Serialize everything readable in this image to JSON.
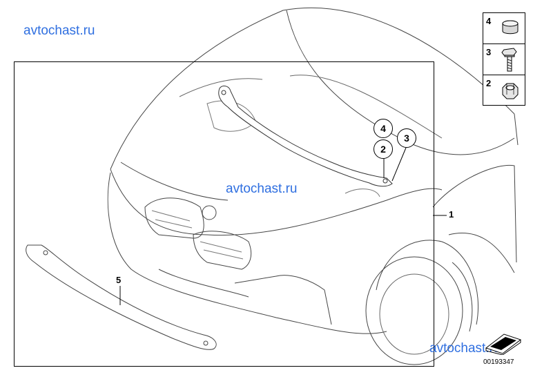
{
  "watermarks": [
    "avtochast.ru",
    "avtochast.ru",
    "avtochast.ru"
  ],
  "callouts": {
    "part1": "1",
    "part5": "5",
    "circle4": "4",
    "circle2": "2",
    "circle3": "3"
  },
  "legend": [
    {
      "label": "4",
      "icon": "cap-icon"
    },
    {
      "label": "3",
      "icon": "bolt-icon"
    },
    {
      "label": "2",
      "icon": "nut-icon"
    }
  ],
  "diagram_code": "00193347"
}
